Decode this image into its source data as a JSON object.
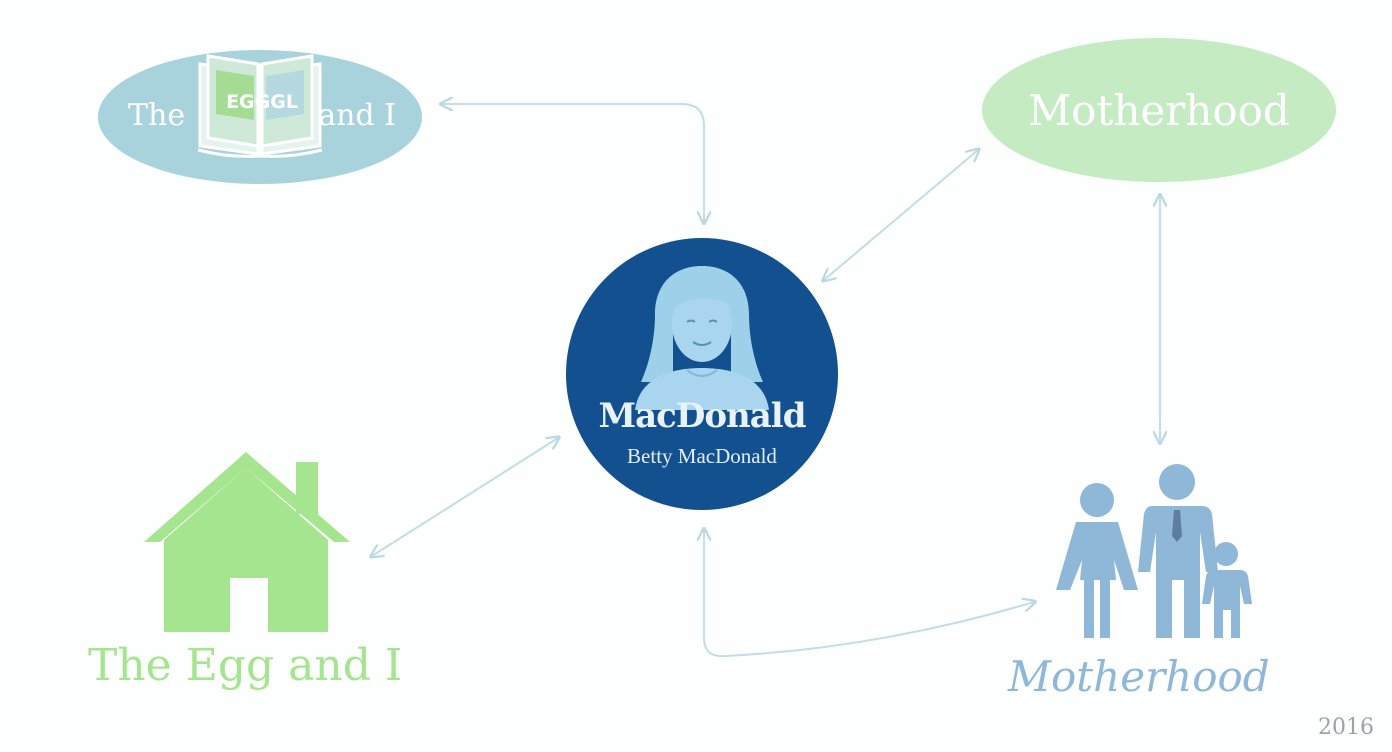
{
  "nodes": {
    "book": {
      "left_word": "The",
      "cover_word": "EGGGL",
      "right_word": "and I"
    },
    "motherhood_top": {
      "label": "Motherhood"
    },
    "center": {
      "title": "MacDonald",
      "subtitle": "Betty MacDonald"
    },
    "house": {
      "label": "The Egg and I"
    },
    "family": {
      "label": "Motherhood"
    }
  },
  "footer": {
    "year": "2016"
  },
  "colors": {
    "center_fill": "#13508f",
    "book_fill": "#a9d3dc",
    "motherhood_fill": "#c5ebc3",
    "house_green": "#a6e58f",
    "family_blue": "#8fb7d8",
    "connector": "#c2dde6"
  },
  "icons": [
    "book-icon",
    "person-icon",
    "house-icon",
    "family-icon"
  ]
}
